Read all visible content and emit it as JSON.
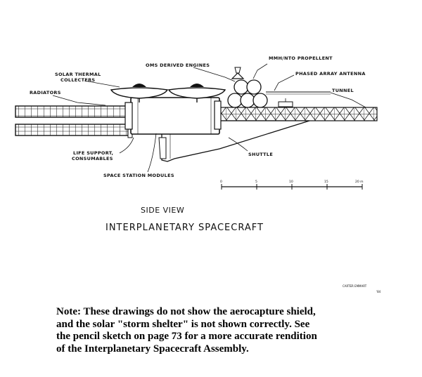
{
  "diagram": {
    "labels": {
      "solar_thermal": [
        "SOLAR THERMAL",
        "COLLECTERS"
      ],
      "radiators": "RADIATORS",
      "oms_engines": "OMS DERIVED ENGINES",
      "propellent": "MMH/NTO PROPELLENT",
      "antenna": "PHASED ARRAY ANTENNA",
      "tunnel": "TUNNEL",
      "life_support": [
        "LIFE SUPPORT,",
        "CONSUMABLES"
      ],
      "shuttle": "SHUTTLE",
      "modules": "SPACE STATION MODULES"
    },
    "scale_ticks": [
      "0",
      "5",
      "10",
      "15",
      "20 m"
    ],
    "subtitle": "SIDE VIEW",
    "title": "INTERPLANETARY SPACECRAFT",
    "credit": [
      "CARTER EMMART",
      "'84"
    ]
  },
  "note": {
    "lines": [
      "Note:  These drawings do not show the aerocapture shield,",
      "and the solar \"storm shelter\" is not shown correctly.  See",
      "the pencil sketch on page 73 for a more accurate rendition",
      "of the Interplanetary Spacecraft Assembly."
    ]
  }
}
